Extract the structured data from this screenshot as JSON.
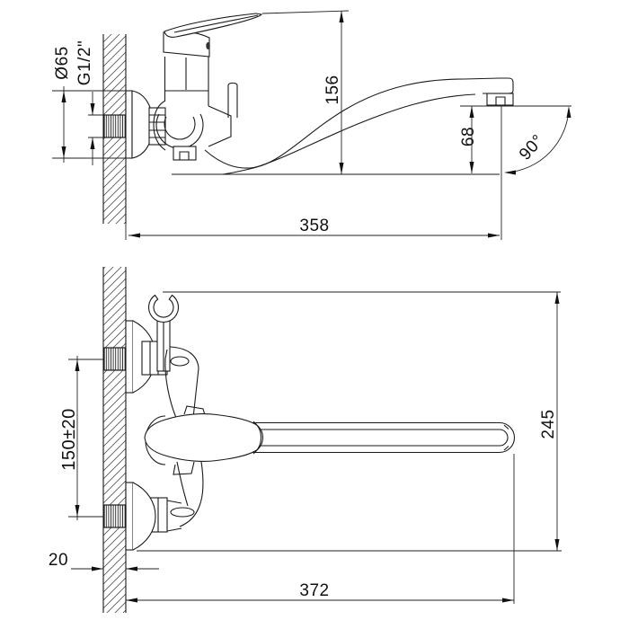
{
  "page": {
    "background": "#ffffff",
    "line_color": "#1a1a1a",
    "description": "Technical dimension drawing of wall-mounted bath mixer faucet, side view and front view"
  },
  "side_view": {
    "dims": {
      "flange_diameter": "Ø65",
      "thread_size": "G1/2\"",
      "overall_height": "156",
      "spout_outlet_height": "68",
      "spout_swivel_angle": "90°",
      "spout_reach": "358"
    }
  },
  "front_view": {
    "dims": {
      "inlet_spacing": "150±20",
      "wall_thickness": "20",
      "spout_length": "372",
      "overall_height": "245"
    }
  }
}
